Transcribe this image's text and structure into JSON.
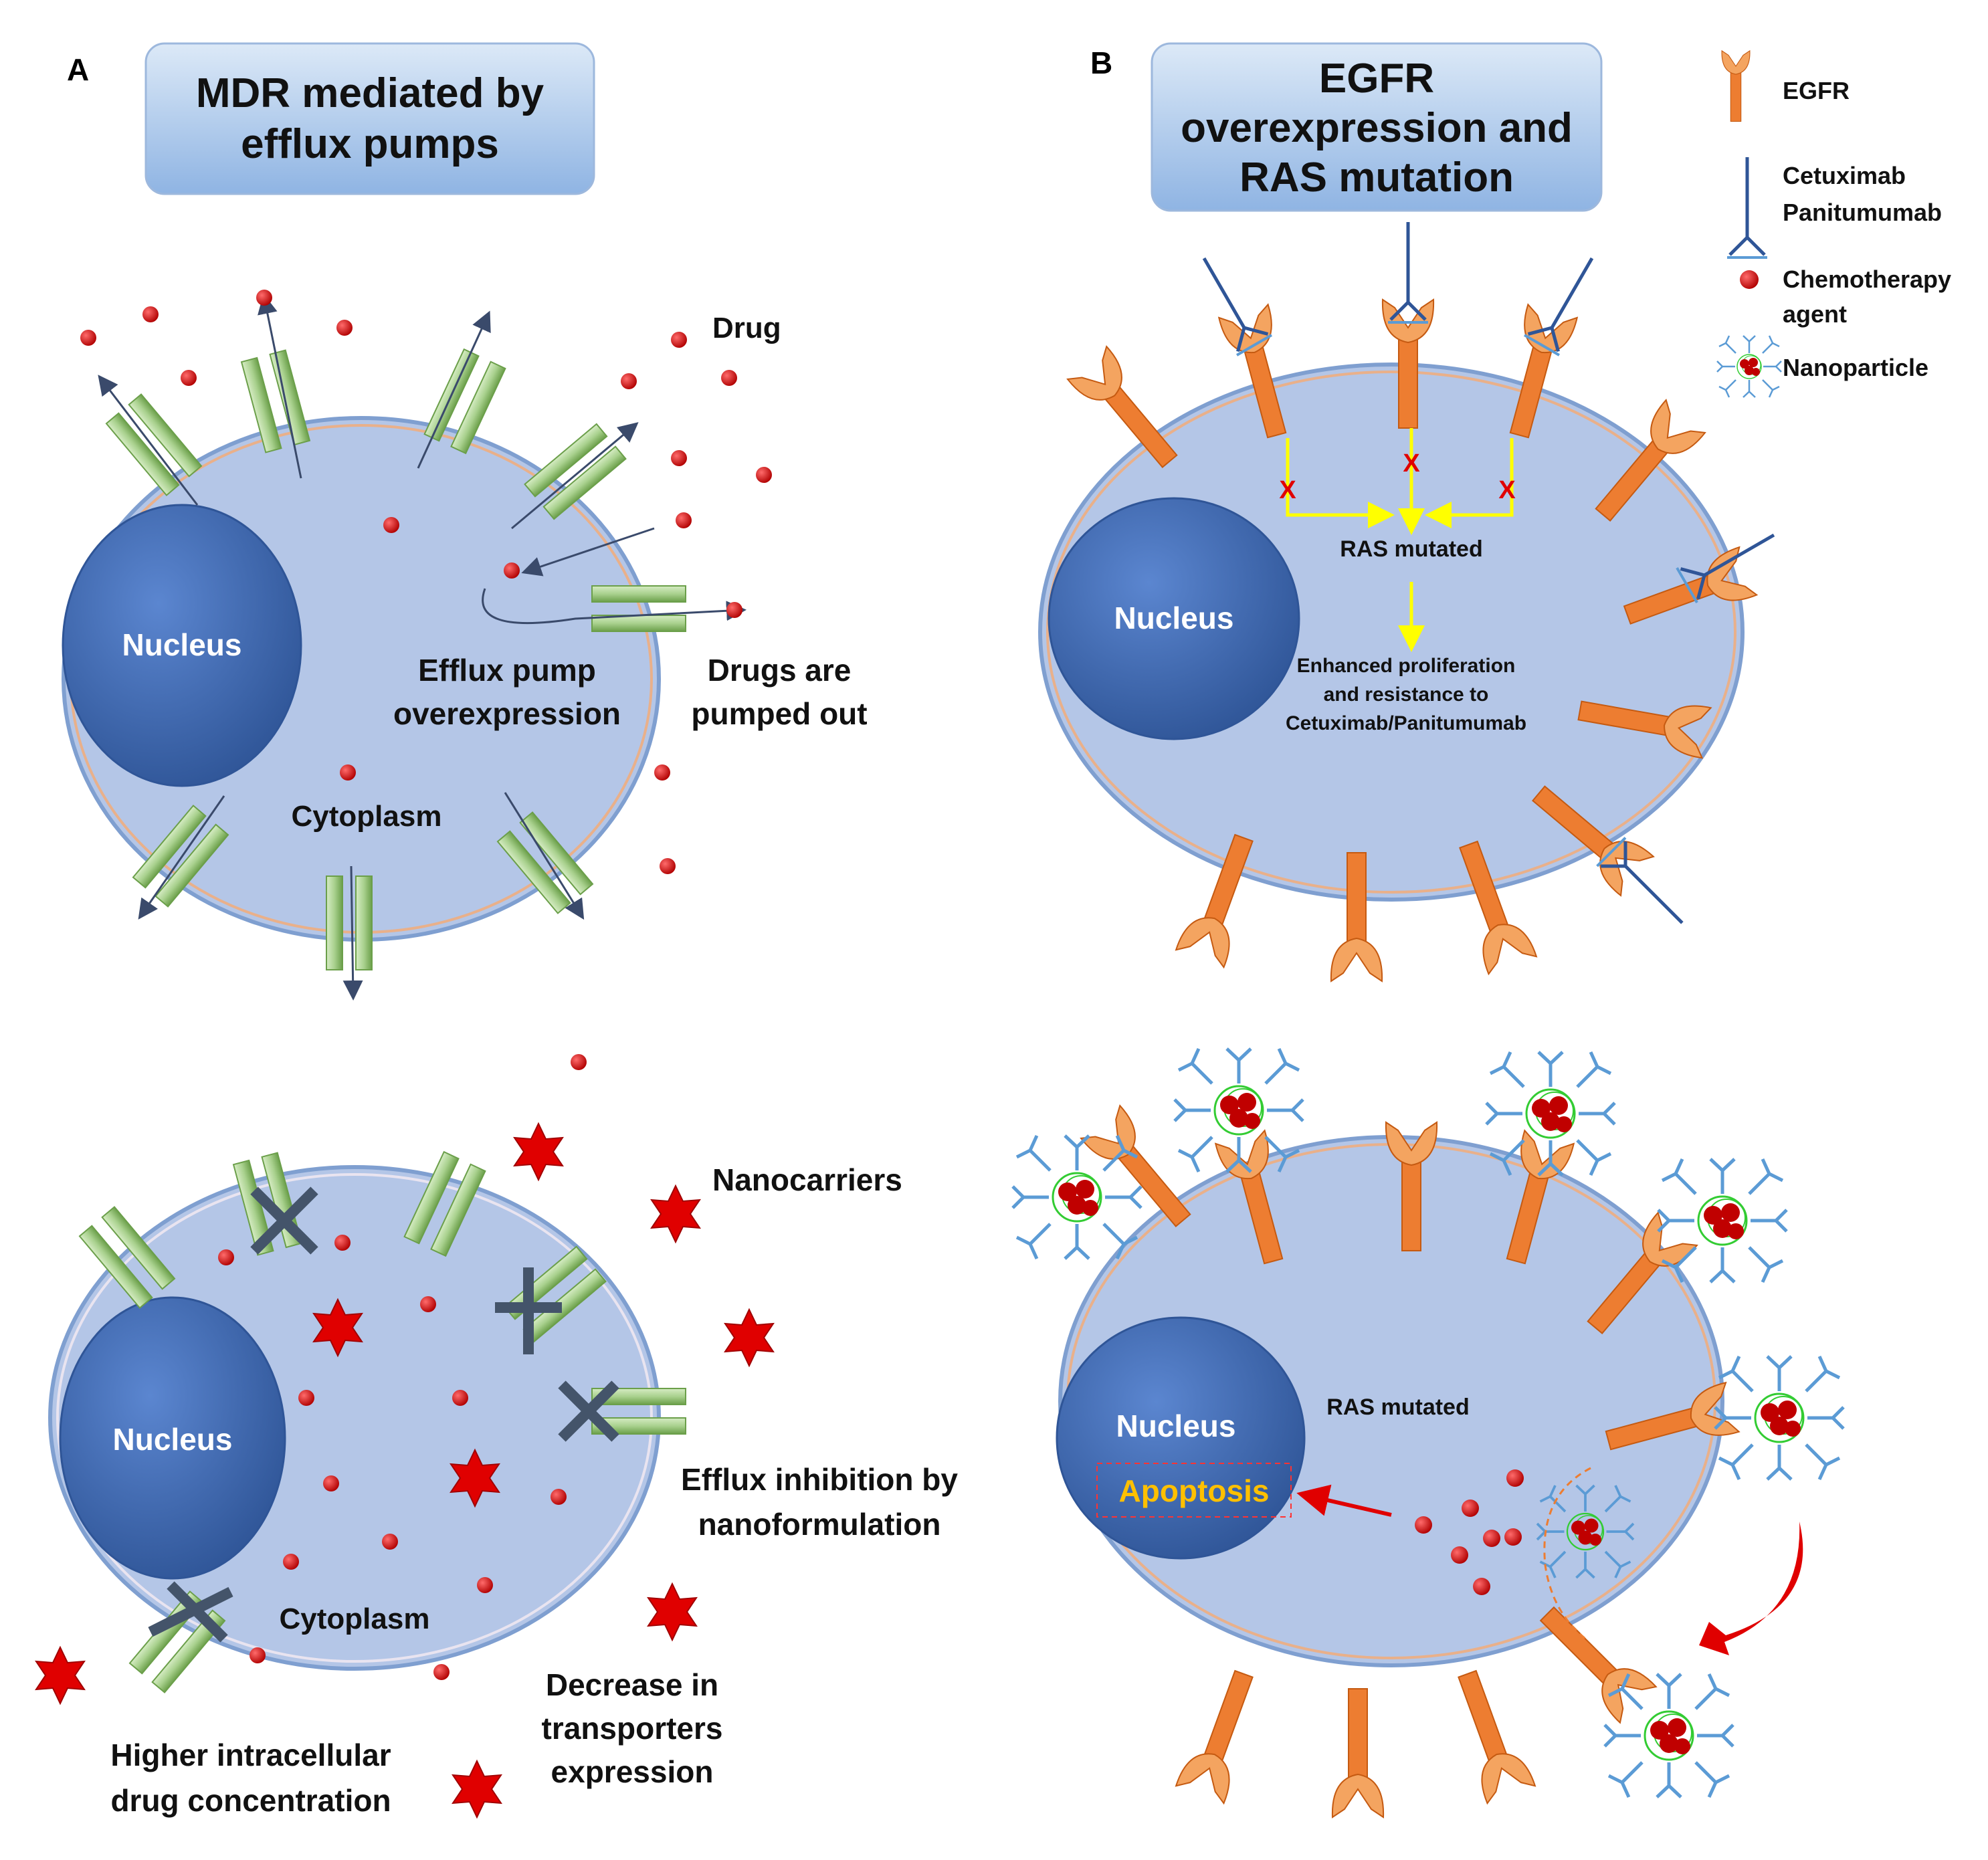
{
  "panel_a": {
    "letter": "A",
    "title_line1": "MDR mediated by",
    "title_line2": "efflux pumps",
    "top": {
      "drug": "Drug",
      "nucleus": "Nucleus",
      "efflux_line1": "Efflux pump",
      "efflux_line2": "overexpression",
      "pumped_line1": "Drugs are",
      "pumped_line2": "pumped out",
      "cytoplasm": "Cytoplasm"
    },
    "bottom": {
      "nanocarriers": "Nanocarriers",
      "nucleus": "Nucleus",
      "inhibition_line1": "Efflux inhibition by",
      "inhibition_line2": "nanoformulation",
      "cytoplasm": "Cytoplasm",
      "decrease_line1": "Decrease in",
      "decrease_line2": "transporters",
      "decrease_line3": "expression",
      "higher_line1": "Higher intracellular",
      "higher_line2": "drug concentration"
    }
  },
  "panel_b": {
    "letter": "B",
    "title_line1": "EGFR",
    "title_line2": "overexpression and",
    "title_line3": "RAS mutation",
    "legend": {
      "egfr": "EGFR",
      "antibody_line1": "Cetuximab",
      "antibody_line2": "Panitumumab",
      "chemo_line1": "Chemotherapy",
      "chemo_line2": "agent",
      "nanoparticle": "Nanoparticle"
    },
    "top": {
      "nucleus": "Nucleus",
      "block_mark": "X",
      "ras": "RAS mutated",
      "outcome_line1": "Enhanced proliferation",
      "outcome_line2": "and resistance to",
      "outcome_line3": "Cetuximab/Panitumumab"
    },
    "bottom": {
      "nucleus": "Nucleus",
      "apoptosis": "Apoptosis",
      "ras": "RAS mutated"
    }
  },
  "colors": {
    "cell_fill": "#b4c6e7",
    "nucleus_fill": "#4472c4",
    "pump_green": "#a9d18e",
    "receptor_orange": "#ed7d31",
    "antibody_blue": "#4472c4",
    "drug_red": "#c00000",
    "arrow_yellow": "#ffff00",
    "apoptosis_gold": "#ffc000"
  }
}
